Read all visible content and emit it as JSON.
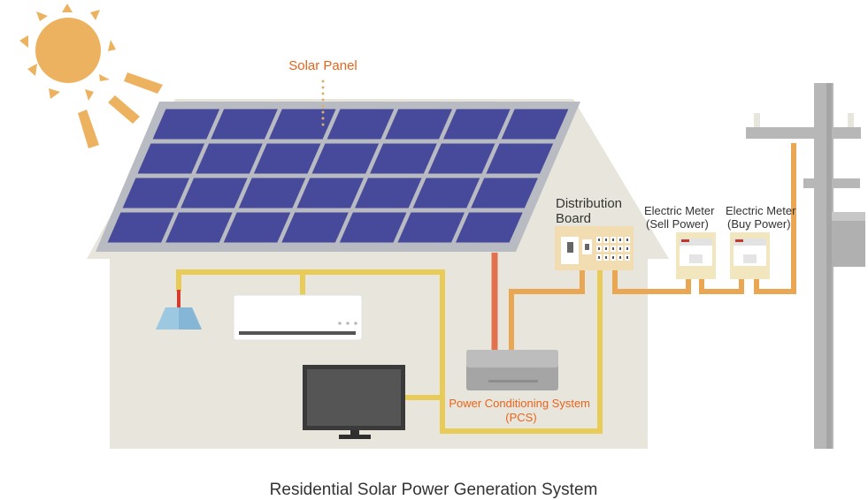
{
  "labels": {
    "solar_panel": "Solar Panel",
    "distribution_board": [
      "Distribution",
      "Board"
    ],
    "meter_sell": [
      "Electric Meter",
      "(Sell Power)"
    ],
    "meter_buy": [
      "Electric Meter",
      "(Buy Power)"
    ],
    "pcs": [
      "Power Conditioning System",
      "(PCS)"
    ],
    "caption": "Residential Solar Power Generation System"
  },
  "colors": {
    "sun": "#EDB25F",
    "label_accent": "#E8641B",
    "house": "#E8E6DC",
    "panel_cell": "#47499A",
    "panel_frame": "#B9BBC3",
    "wire_yellow": "#E9CB58",
    "wire_orange": "#E9A653",
    "wire_dc": "#E2724F",
    "pole": "#B7B7B7",
    "text_dark": "#333333"
  }
}
